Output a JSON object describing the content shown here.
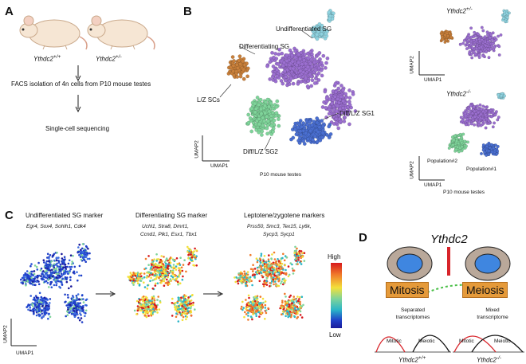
{
  "panels": {
    "A": {
      "label": "A",
      "mouse1": "Ythdc2+/+",
      "mouse2": "Ythdc2+/-",
      "mouse1_base": "Ythdc2",
      "mouse1_sup": "+/+",
      "mouse2_base": "Ythdc2",
      "mouse2_sup": "+/-",
      "step1": "FACS isolation of 4n cells from P10 mouse testes",
      "step2": "Single-cell sequencing"
    },
    "B": {
      "label": "B",
      "clusters": {
        "undiff": "Undifferentiated SG",
        "diff": "Differentiating SG",
        "lz": "L/Z SCs",
        "diff_lz_1": "Diff/L/Z SG1",
        "diff_lz_2": "Diff/L/Z SG2"
      },
      "axis_x": "UMAP1",
      "axis_y": "UMAP2",
      "caption": "P10 mouse testes",
      "right_top_title_base": "Ythdc2",
      "right_top_title_sup": "+/-",
      "right_bottom_title_base": "Ythdc2",
      "right_bottom_title_sup": "-/-",
      "pop2": "Population#2",
      "pop1": "Population#1",
      "right_caption": "P10 mouse testes"
    },
    "C": {
      "label": "C",
      "m1_title": "Undifferentiated SG marker",
      "m1_genes": "Egr4, Sox4, Sohlh1, Cdk4",
      "m2_title": "Differentiating SG marker",
      "m2_genes_1": "Uchl1, Stra8, Dmrt1,",
      "m2_genes_2": "Ccnd1, Plk1, Esx1, Tbx1",
      "m3_title": "Leptotene/zygotene markers",
      "m3_genes_1": "Prss50, Smc3, Tex15, Ly6k,",
      "m3_genes_2": "Sycp3, Sycp1",
      "scale_high": "High",
      "scale_low": "Low",
      "axis_x": "UMAP1",
      "axis_y": "UMAP2"
    },
    "D": {
      "label": "D",
      "gene": "Ythdc2",
      "mitosis": "Mitosis",
      "meiosis": "Meiosis",
      "sep_1": "Separated",
      "sep_2": "transcriptomes",
      "mix_1": "Mixed",
      "mix_2": "transcriptome",
      "mitotic": "Mitotic",
      "meiotic": "Meiotic",
      "genotype_left_base": "Ythdc2",
      "genotype_left_sup": "+/+",
      "genotype_right_base": "Ythdc2",
      "genotype_right_sup": "-/-"
    }
  },
  "colors": {
    "purple": "#9b6fd0",
    "green": "#7fd49a",
    "blue": "#4a6fd1",
    "orange": "#c9803b",
    "cyan": "#8fd3e0",
    "mitosis_box": "#e59a3a",
    "red_curve": "#d8242a",
    "black_curve": "#111111",
    "arrow_green": "#4cc04a"
  }
}
